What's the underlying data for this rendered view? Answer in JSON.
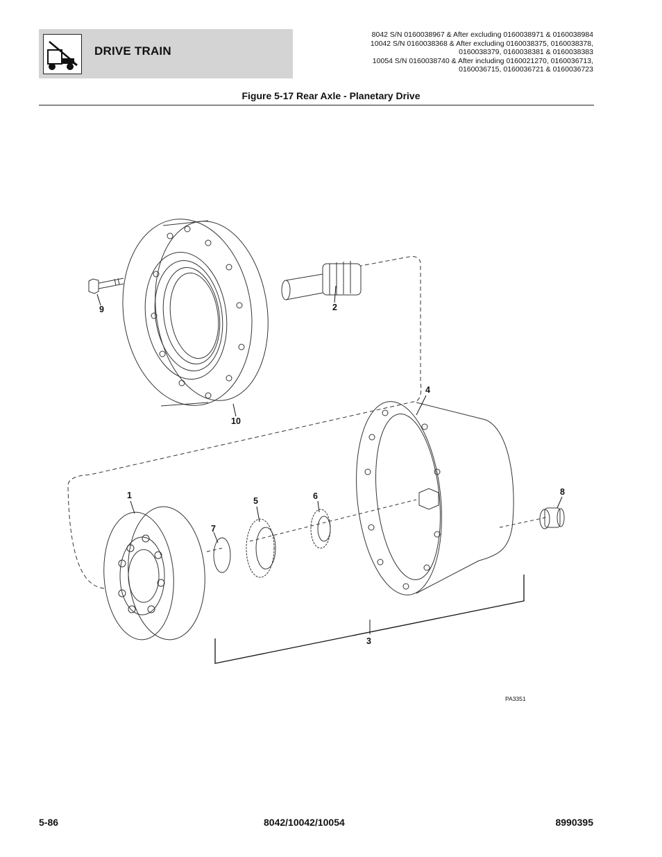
{
  "header": {
    "section_title": "DRIVE TRAIN",
    "serial_lines": [
      "8042 S/N 0160038967 & After excluding 0160038971 & 0160038984",
      "10042 S/N 0160038368 & After excluding 0160038375, 0160038378,",
      "0160038379, 0160038381 & 0160038383",
      "10054 S/N 0160038740 & After including 0160021270, 0160036713,",
      "0160036715, 0160036721 & 0160036723"
    ]
  },
  "figure": {
    "title": "Figure 5-17 Rear Axle - Planetary Drive",
    "reference_code": "PA3351",
    "callouts": [
      "1",
      "2",
      "3",
      "4",
      "5",
      "6",
      "7",
      "8",
      "9",
      "10"
    ]
  },
  "footer": {
    "page_number": "5-86",
    "models": "8042/10042/10054",
    "doc_number": "8990395"
  }
}
